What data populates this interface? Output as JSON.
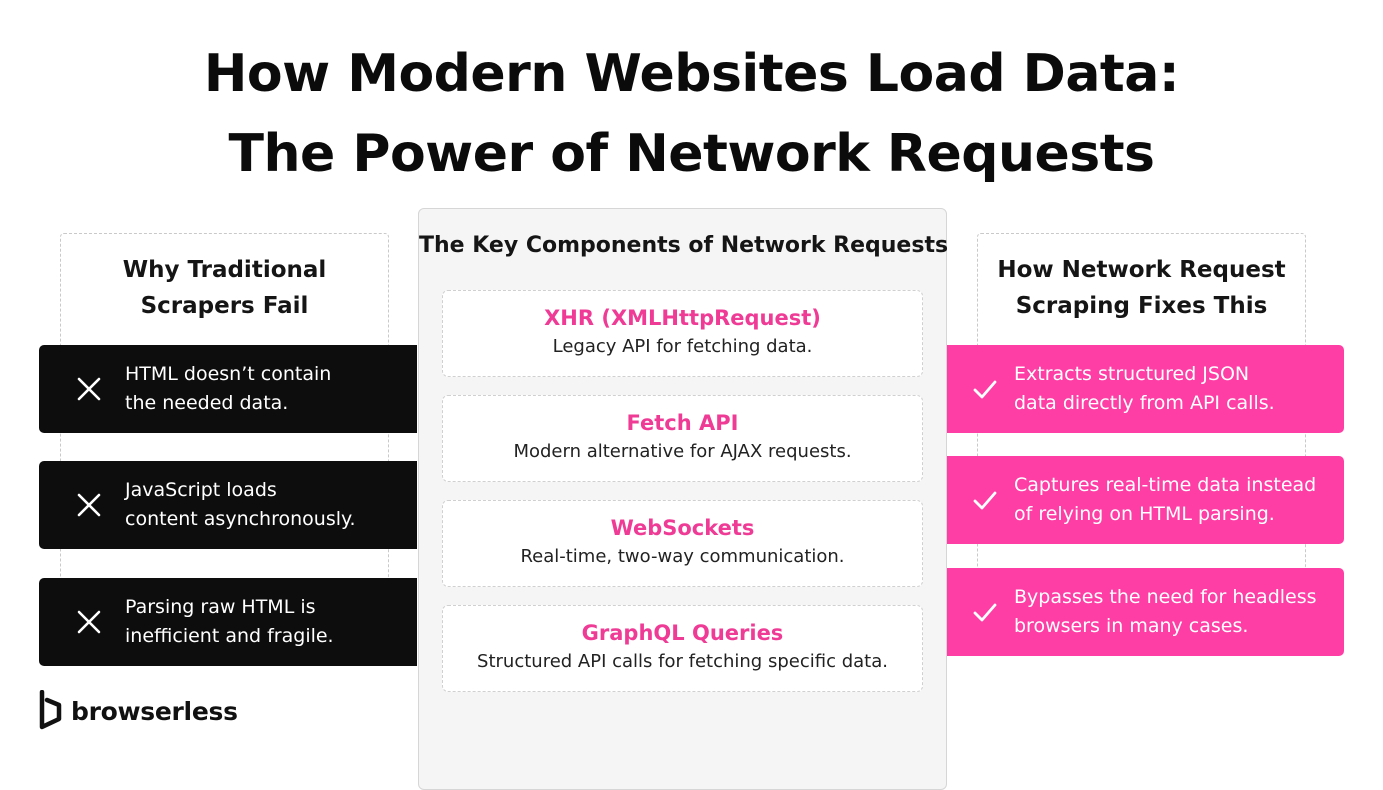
{
  "title": {
    "line1": "How Modern Websites Load Data:",
    "line2": "The Power of Network Requests"
  },
  "left": {
    "heading_line1": "Why Traditional",
    "heading_line2": "Scrapers Fail",
    "items": [
      {
        "line1": "HTML doesn’t contain",
        "line2": "the needed data."
      },
      {
        "line1": "JavaScript loads",
        "line2": "content asynchronously."
      },
      {
        "line1": "Parsing raw HTML is",
        "line2": "inefficient and fragile."
      }
    ]
  },
  "center": {
    "heading": "The Key Components of Network Requests",
    "components": [
      {
        "title": "XHR (XMLHttpRequest)",
        "desc": "Legacy API for fetching data."
      },
      {
        "title": "Fetch API",
        "desc": "Modern alternative for AJAX requests."
      },
      {
        "title": "WebSockets",
        "desc": "Real-time, two-way communication."
      },
      {
        "title": "GraphQL Queries",
        "desc": "Structured API calls for fetching specific data."
      }
    ]
  },
  "right": {
    "heading_line1": "How Network Request",
    "heading_line2": "Scraping Fixes This",
    "items": [
      {
        "line1": "Extracts structured JSON",
        "line2": "data directly from API calls."
      },
      {
        "line1": "Captures real-time data instead",
        "line2": "of relying on HTML parsing."
      },
      {
        "line1": "Bypasses the need for headless",
        "line2": "browsers in many cases."
      }
    ]
  },
  "brand": {
    "name": "browserless"
  },
  "icons": {
    "problem": "close-icon",
    "solution": "check-icon",
    "logo": "browserless-logo-icon"
  },
  "colors": {
    "accent": "#ff3ea5",
    "accent_text": "#ef3b96",
    "dark": "#0d0d0d",
    "center_bg": "#f5f5f5"
  }
}
